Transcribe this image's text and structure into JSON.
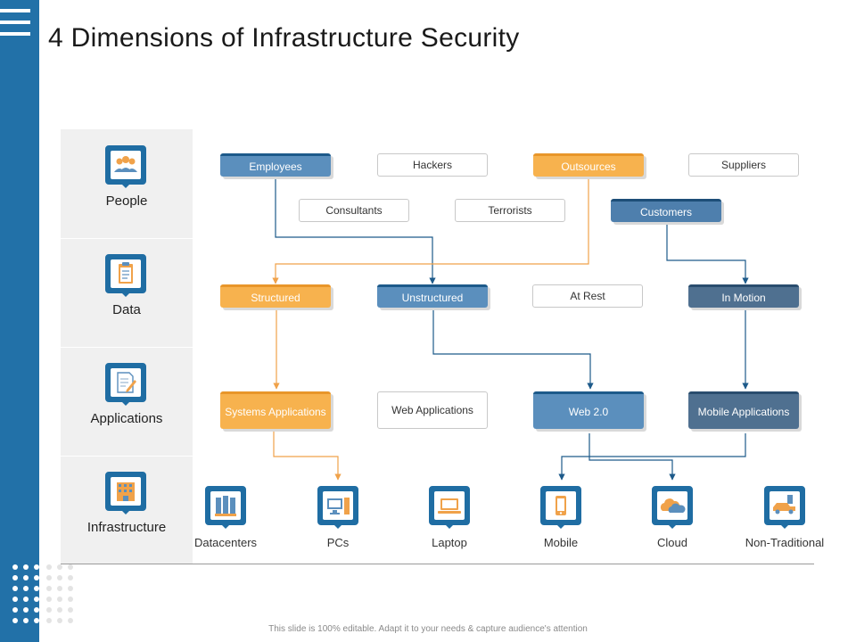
{
  "slide": {
    "title": "4 Dimensions of Infrastructure Security",
    "footer": "This slide is 100% editable. Adapt it to your needs & capture audience's attention"
  },
  "colors": {
    "sidebar": "#2271a8",
    "blue": "#5b8fbd",
    "orange": "#f7b24e",
    "slate": "#4f7090",
    "icon_ring": "#1f6da3"
  },
  "categories": [
    {
      "label": "People",
      "icon": "people-icon"
    },
    {
      "label": "Data",
      "icon": "clipboard-icon"
    },
    {
      "label": "Applications",
      "icon": "document-edit-icon"
    },
    {
      "label": "Infrastructure",
      "icon": "building-icon"
    }
  ],
  "people": [
    {
      "label": "Employees",
      "style": "blue"
    },
    {
      "label": "Hackers",
      "style": "white"
    },
    {
      "label": "Outsources",
      "style": "orange"
    },
    {
      "label": "Suppliers",
      "style": "white"
    },
    {
      "label": "Consultants",
      "style": "white"
    },
    {
      "label": "Terrorists",
      "style": "white"
    },
    {
      "label": "Customers",
      "style": "navy"
    }
  ],
  "data": [
    {
      "label": "Structured",
      "style": "orange"
    },
    {
      "label": "Unstructured",
      "style": "blue"
    },
    {
      "label": "At Rest",
      "style": "white"
    },
    {
      "label": "In Motion",
      "style": "slate"
    }
  ],
  "applications": [
    {
      "label": "Systems Applications",
      "style": "orange"
    },
    {
      "label": "Web Applications",
      "style": "white"
    },
    {
      "label": "Web 2.0",
      "style": "blue"
    },
    {
      "label": "Mobile Applications",
      "style": "slate"
    }
  ],
  "infrastructure": [
    {
      "label": "Datacenters",
      "icon": "server-rack-icon"
    },
    {
      "label": "PCs",
      "icon": "desktop-pc-icon"
    },
    {
      "label": "Laptop",
      "icon": "laptop-icon"
    },
    {
      "label": "Mobile",
      "icon": "mobile-phone-icon"
    },
    {
      "label": "Cloud",
      "icon": "cloud-icon"
    },
    {
      "label": "Non-Traditional",
      "icon": "vehicle-icon"
    }
  ]
}
